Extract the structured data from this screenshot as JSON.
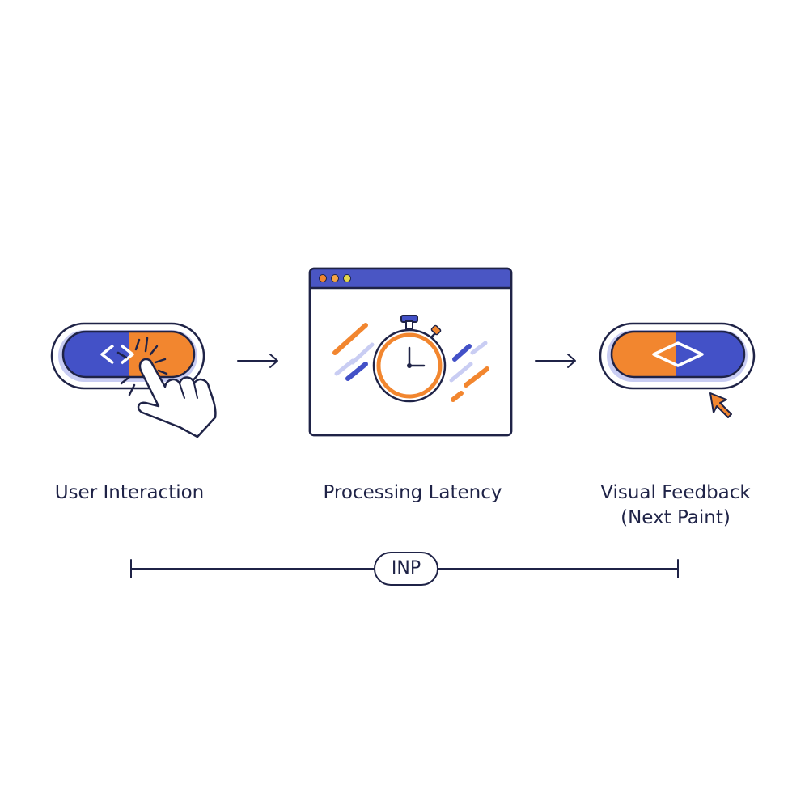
{
  "steps": [
    {
      "id": "user-interaction",
      "label": "User Interaction"
    },
    {
      "id": "processing-latency",
      "label": "Processing Latency"
    },
    {
      "id": "visual-feedback",
      "label_line1": "Visual Feedback",
      "label_line2": "(Next Paint)"
    }
  ],
  "metric": {
    "label": "INP"
  },
  "icons": {
    "step1": [
      "toggle-button-icon",
      "pointing-hand-cursor-icon",
      "click-burst-icon"
    ],
    "step2": [
      "browser-window-icon",
      "stopwatch-icon",
      "motion-lines-icon"
    ],
    "step3": [
      "toggle-button-icon",
      "diamond-icon",
      "arrow-cursor-icon"
    ],
    "connectors": [
      "arrow-right-icon",
      "arrow-right-icon"
    ]
  },
  "colors": {
    "ink": "#1f2347",
    "blue": "#4351c7",
    "orange": "#f2862f",
    "light_blue": "#c9cdf3",
    "light_orange": "#fbd1a8",
    "window_bar": "#4a56c4"
  }
}
